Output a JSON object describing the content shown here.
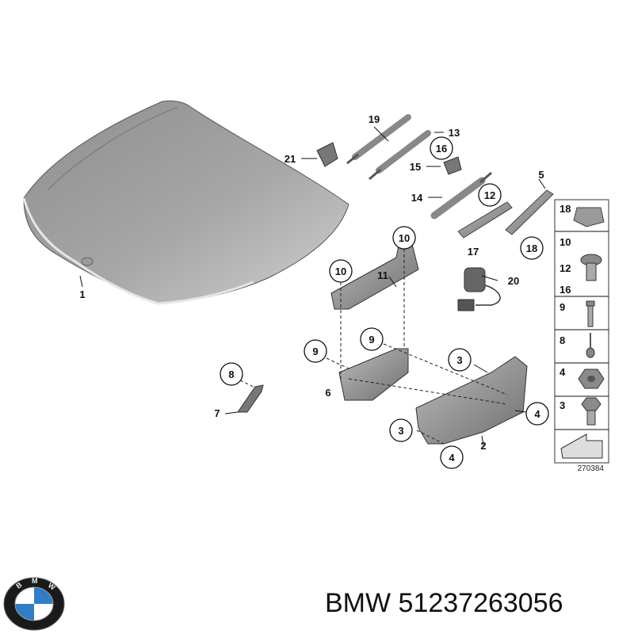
{
  "callouts": [
    {
      "id": "1",
      "label": "1"
    },
    {
      "id": "19",
      "label": "19"
    },
    {
      "id": "13",
      "label": "13"
    },
    {
      "id": "21",
      "label": "21"
    },
    {
      "id": "16",
      "label": "16"
    },
    {
      "id": "15",
      "label": "15"
    },
    {
      "id": "5",
      "label": "5"
    },
    {
      "id": "14",
      "label": "14"
    },
    {
      "id": "12",
      "label": "12"
    },
    {
      "id": "17",
      "label": "17"
    },
    {
      "id": "18",
      "label": "18"
    },
    {
      "id": "10a",
      "label": "10"
    },
    {
      "id": "10b",
      "label": "10"
    },
    {
      "id": "11",
      "label": "11"
    },
    {
      "id": "20",
      "label": "20"
    },
    {
      "id": "9a",
      "label": "9"
    },
    {
      "id": "9b",
      "label": "9"
    },
    {
      "id": "3a",
      "label": "3"
    },
    {
      "id": "6",
      "label": "6"
    },
    {
      "id": "8",
      "label": "8"
    },
    {
      "id": "7",
      "label": "7"
    },
    {
      "id": "4a",
      "label": "4"
    },
    {
      "id": "3b",
      "label": "3"
    },
    {
      "id": "2",
      "label": "2"
    },
    {
      "id": "4b",
      "label": "4"
    }
  ],
  "side_panel": [
    {
      "labels": [
        "18"
      ],
      "icon": "clip-nut-icon"
    },
    {
      "labels": [
        "10",
        "12",
        "16"
      ],
      "icon": "hex-bolt-collar-icon"
    },
    {
      "labels": [
        "9"
      ],
      "icon": "screw-icon"
    },
    {
      "labels": [
        "8"
      ],
      "icon": "pin-icon"
    },
    {
      "labels": [
        "4"
      ],
      "icon": "hex-nut-icon"
    },
    {
      "labels": [
        "3"
      ],
      "icon": "hex-bolt-icon"
    },
    {
      "labels": [],
      "icon": "arrow-icon"
    }
  ],
  "drawing_number": "270384",
  "footer": {
    "brand": "BMW",
    "part_number": "51237263056",
    "text": "BMW 51237263056"
  }
}
